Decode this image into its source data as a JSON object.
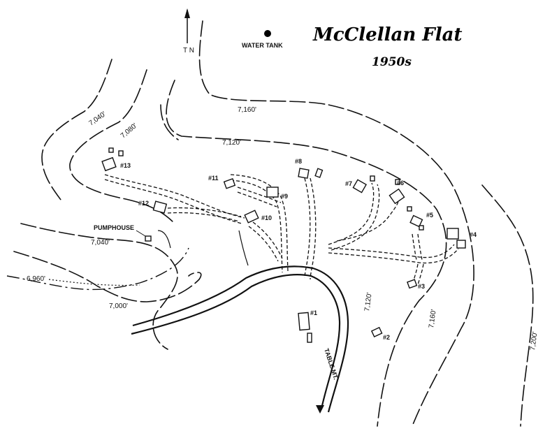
{
  "title": "McClellan Flat",
  "subtitle": "1950s",
  "north_label": "T N",
  "water_tank_label": "WATER TANK",
  "pumphouse_label": "PUMPHOUSE",
  "road_label": "TABLE MT.",
  "contours": {
    "c7160_top": "7,160'",
    "c7120_top": "7,120'",
    "c7080": "7,080'",
    "c7040_top": "7,040'",
    "c7040_mid": "7,040'",
    "c7000": "7,000'",
    "c6960": "6,960'",
    "c7120_right": "7,120'",
    "c7160_right": "7,160'",
    "c7200": "7,200'"
  },
  "buildings": {
    "b1": "#1",
    "b2": "#2",
    "b3": "#3",
    "b4": "#4",
    "b5": "#5",
    "b6": "#6",
    "b7": "#7",
    "b8": "#8",
    "b9": "#9",
    "b10": "#10",
    "b11": "#11",
    "b12": "#12",
    "b13": "#13"
  }
}
